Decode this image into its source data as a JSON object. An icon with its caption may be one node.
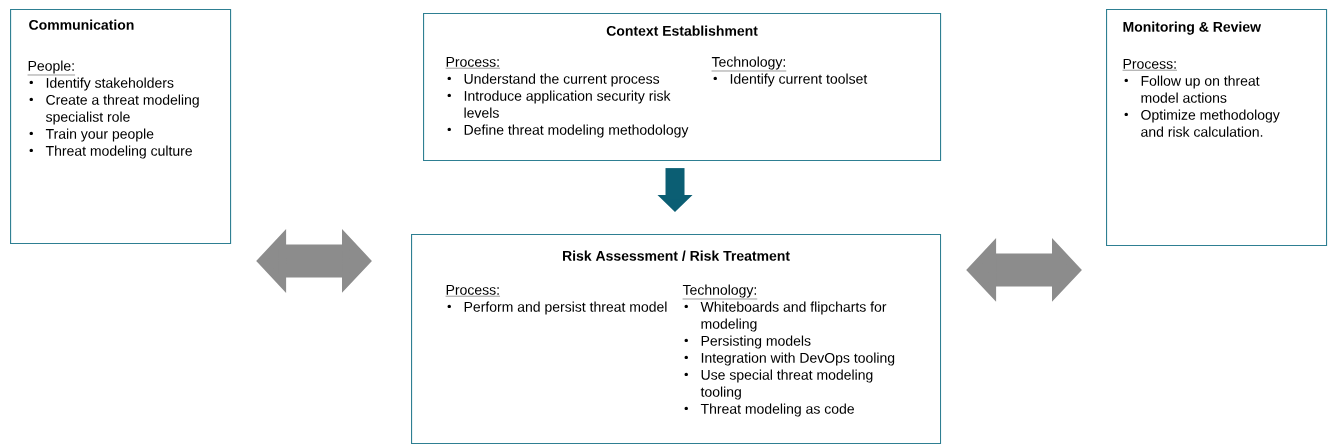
{
  "diagram": {
    "nodes": [
      {
        "text": [
          "Communication",
          "People:",
          "Identify stakeholders",
          "Create a threat modeling specialist role",
          "Train your people",
          "Threat modeling culture"
        ]
      },
      {
        "text": [
          "Context Establishment",
          "Process:",
          "Understand the current process",
          "Introduce application security risk levels",
          "Define threat modeling methodology",
          "Technology:",
          "Identify current toolset"
        ]
      },
      {
        "text": [
          "Risk Assessment / Risk Treatment",
          "Process:",
          "Perform and persist threat model",
          "Technology:",
          "Whiteboards and flipcharts for modeling",
          "Persisting models",
          "Integration with DevOps tooling",
          "Use special threat modeling tooling",
          "Threat modeling as code"
        ]
      },
      {
        "text": [
          "Monitoring & Review",
          "Process:",
          "Follow up on threat model actions",
          "Optimize methodology and risk calculation."
        ]
      }
    ],
    "edges": [
      {
        "from": 1,
        "to": 2,
        "arrow": "to",
        "color": "#0b5e73"
      },
      {
        "from": 0,
        "to": 2,
        "arrow": "both"
      },
      {
        "from": 2,
        "to": 3,
        "arrow": "both"
      }
    ]
  }
}
